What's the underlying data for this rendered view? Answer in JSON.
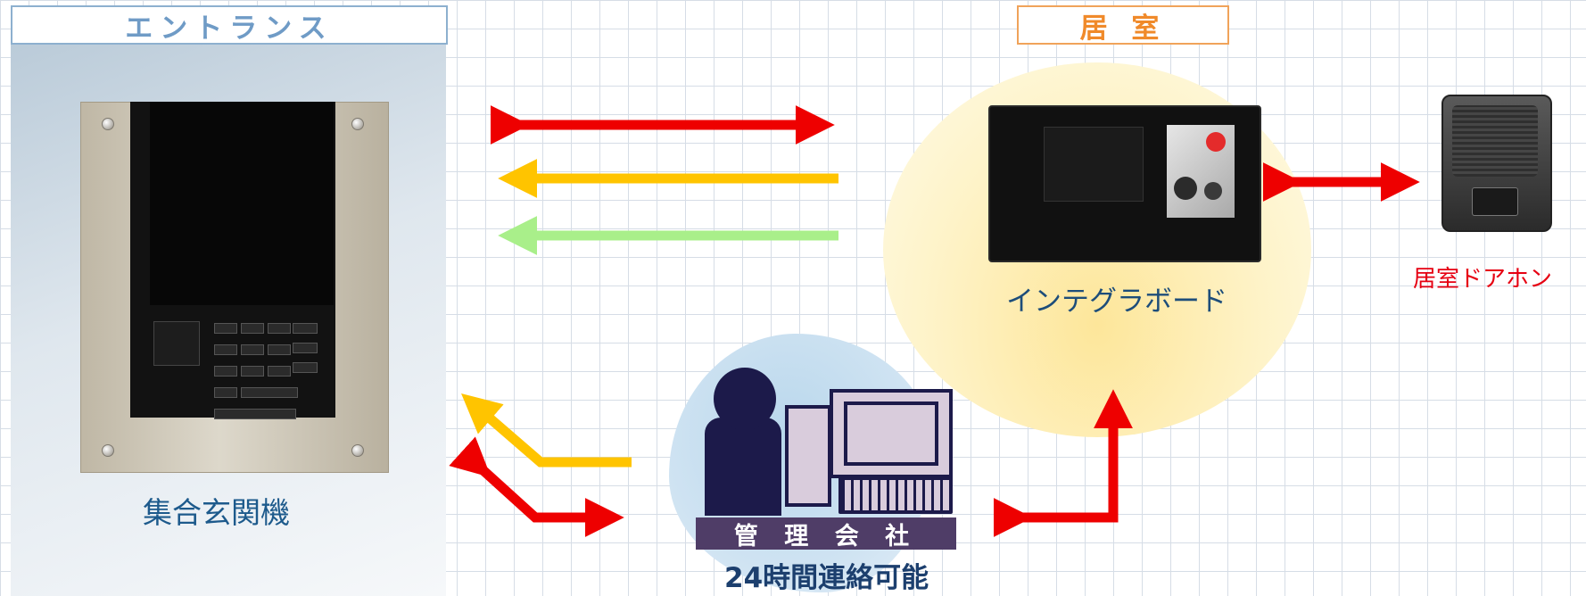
{
  "sections": {
    "entrance_label": "エントランス",
    "room_label": "居 室"
  },
  "devices": {
    "entrance_device": "集合玄関機",
    "integrated_board": "インテグラボード",
    "room_doorphone": "居室ドアホン"
  },
  "management": {
    "company": "管 理 会 社",
    "availability": "24時間連絡可能"
  },
  "colors": {
    "audio_arrow": "#ee0000",
    "yellow_arrow": "#ffc400",
    "green_arrow": "#a9ef8a"
  }
}
